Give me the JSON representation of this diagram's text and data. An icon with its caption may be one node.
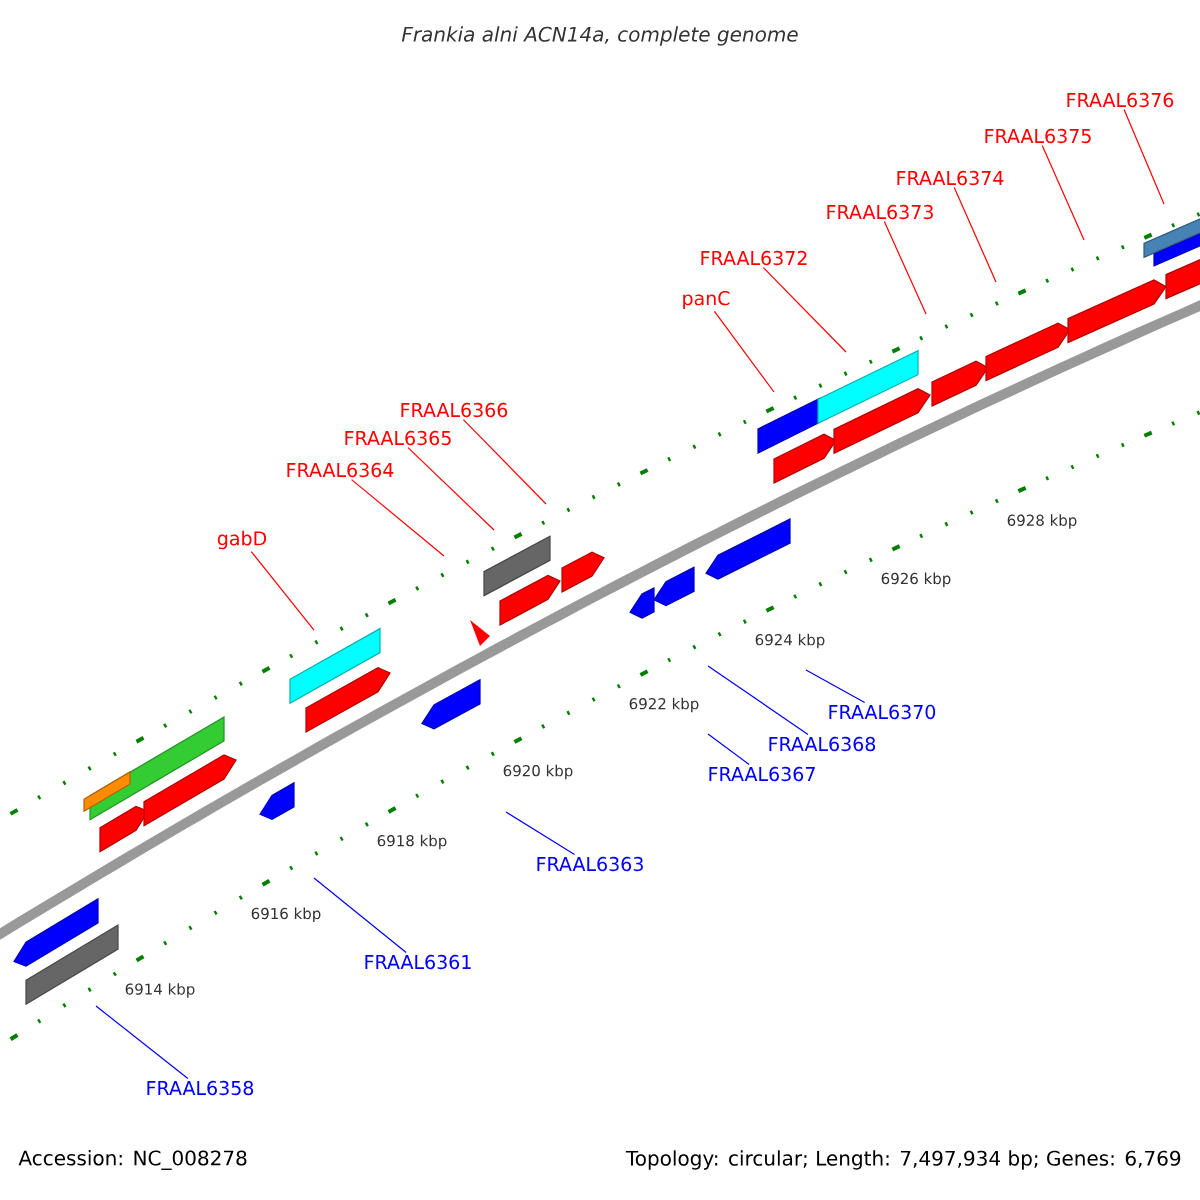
{
  "diagram": {
    "title": "Frankia alni ACN14a, complete genome",
    "nodes": [
      {
        "text": [
          "FRAAL6376"
        ]
      },
      {
        "text": [
          "FRAAL6375"
        ]
      },
      {
        "text": [
          "FRAAL6374"
        ]
      },
      {
        "text": [
          "FRAAL6373"
        ]
      },
      {
        "text": [
          "FRAAL6372"
        ]
      },
      {
        "text": [
          "panC"
        ]
      },
      {
        "text": [
          "FRAAL6366"
        ]
      },
      {
        "text": [
          "FRAAL6365"
        ]
      },
      {
        "text": [
          "FRAAL6364"
        ]
      },
      {
        "text": [
          "gabD"
        ]
      },
      {
        "text": [
          "FRAAL6370"
        ]
      },
      {
        "text": [
          "FRAAL6368"
        ]
      },
      {
        "text": [
          "FRAAL6367"
        ]
      },
      {
        "text": [
          "FRAAL6363"
        ]
      },
      {
        "text": [
          "FRAAL6361"
        ]
      },
      {
        "text": [
          "FRAAL6358"
        ]
      }
    ],
    "edges": [
      {
        "from": 0,
        "to": null,
        "arrow": "none"
      },
      {
        "from": 1,
        "to": null,
        "arrow": "none"
      },
      {
        "from": 2,
        "to": null,
        "arrow": "none"
      },
      {
        "from": 3,
        "to": null,
        "arrow": "none"
      },
      {
        "from": 4,
        "to": null,
        "arrow": "none"
      },
      {
        "from": 5,
        "to": null,
        "arrow": "none"
      },
      {
        "from": 6,
        "to": null,
        "arrow": "none"
      },
      {
        "from": 7,
        "to": null,
        "arrow": "none"
      },
      {
        "from": 8,
        "to": null,
        "arrow": "none"
      },
      {
        "from": 9,
        "to": null,
        "arrow": "none"
      },
      {
        "from": 10,
        "to": null,
        "arrow": "none",
        "color": "#0000ff"
      },
      {
        "from": 11,
        "to": null,
        "arrow": "none",
        "color": "#0000ff"
      },
      {
        "from": 12,
        "to": null,
        "arrow": "none",
        "color": "#0000ff"
      },
      {
        "from": 13,
        "to": null,
        "arrow": "none",
        "color": "#0000ff"
      },
      {
        "from": 14,
        "to": null,
        "arrow": "none",
        "color": "#0000ff"
      },
      {
        "from": 15,
        "to": null,
        "arrow": "none",
        "color": "#0000ff"
      }
    ],
    "labels": [
      "6928 kbp",
      "6926 kbp",
      "6924 kbp",
      "6922 kbp",
      "6920 kbp",
      "6918 kbp",
      "6916 kbp",
      "6914 kbp",
      "Accession: NC_008278",
      "Topology: circular; Length: 7,497,934 bp; Genes: 6,769"
    ]
  }
}
